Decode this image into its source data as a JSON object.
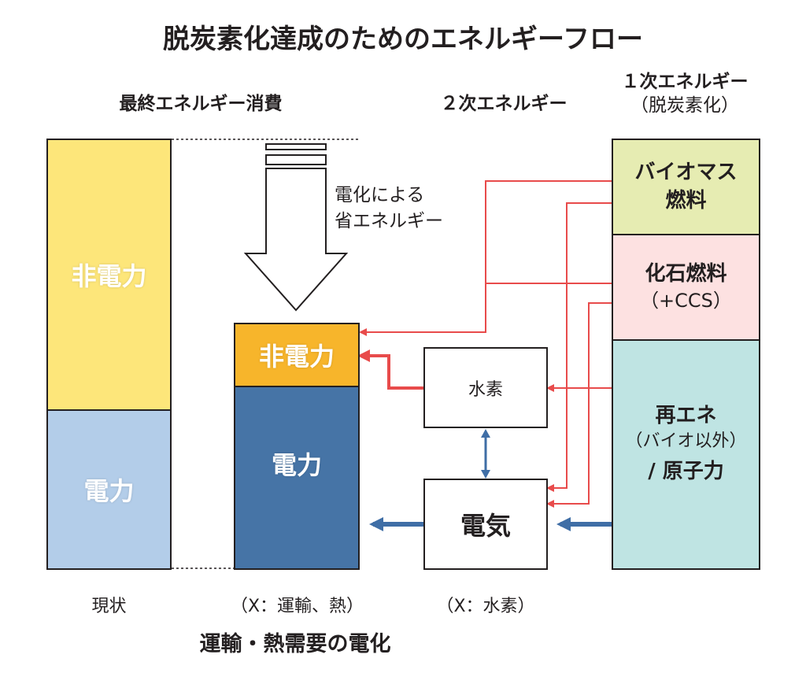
{
  "title": "脱炭素化達成のためのエネルギーフロー",
  "headers": {
    "final": "最終エネルギー消費",
    "secondary": "２次エネルギー",
    "primary": "１次エネルギー",
    "primary_sub": "（脱炭素化）"
  },
  "current_bar": {
    "non_electric": "非電力",
    "electric": "電力",
    "caption": "現状"
  },
  "future_bar": {
    "non_electric": "非電力",
    "electric": "電力",
    "caption": "（X：運輸、熱）"
  },
  "savings_label": {
    "line1": "電化による",
    "line2": "省エネルギー"
  },
  "secondary_boxes": {
    "hydrogen": "水素",
    "electricity": "電気",
    "caption": "（X：水素）"
  },
  "primary_sources": {
    "biomass_line1": "バイオマス",
    "biomass_line2": "燃料",
    "fossil_line1": "化石燃料",
    "fossil_line2": "（+CCS）",
    "renewable_line1": "再エネ",
    "renewable_line2": "（バイオ以外）",
    "renewable_line3": "/ 原子力"
  },
  "bottom_caption": "運輸・熱需要の電化",
  "colors": {
    "current_non_electric": "#fde67a",
    "current_electric": "#b3cde9",
    "future_non_electric": "#f7b52b",
    "future_electric": "#4674a6",
    "biomass": "#e6ecb2",
    "fossil": "#fde1e1",
    "renewable": "#bfe4e3",
    "red_arrow": "#e84b4b",
    "blue_arrow": "#3f6ea6"
  },
  "icons": {
    "down_arrow": "hollow-down-arrow-icon"
  }
}
